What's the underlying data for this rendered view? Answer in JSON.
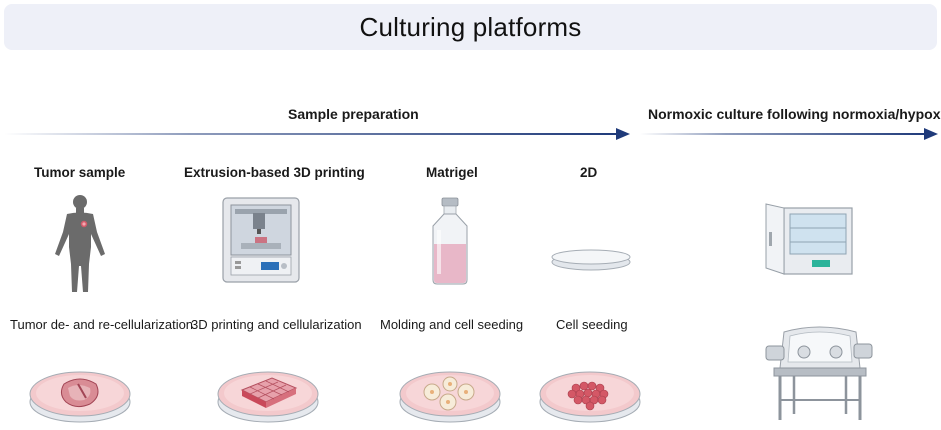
{
  "header": {
    "title": "Culturing platforms"
  },
  "stages": {
    "preparation": "Sample preparation",
    "culture": "Normoxic culture following normoxia/hypoxia"
  },
  "columns": [
    {
      "title": "Tumor sample",
      "method": "Tumor de- and re-cellularization",
      "illustration": "human-body-icon",
      "dish": "decellularized-tissue-dish-icon"
    },
    {
      "title": "Extrusion-based 3D printing",
      "method": "3D printing and cellularization",
      "illustration": "3d-printer-icon",
      "dish": "printed-scaffold-dish-icon"
    },
    {
      "title": "Matrigel",
      "method": "Molding and cell seeding",
      "illustration": "matrigel-vial-icon",
      "dish": "matrigel-domes-dish-icon"
    },
    {
      "title": "2D",
      "method": "Cell seeding",
      "illustration": "petri-dish-icon",
      "dish": "cell-monolayer-dish-icon"
    }
  ],
  "equipment": [
    "incubator-icon",
    "hypoxia-chamber-icon"
  ],
  "colors": {
    "arrow": "#1f3a7a",
    "banner": "#eef0f8",
    "dish_pink": "#f3c9cc",
    "tissue": "#c9495a"
  }
}
